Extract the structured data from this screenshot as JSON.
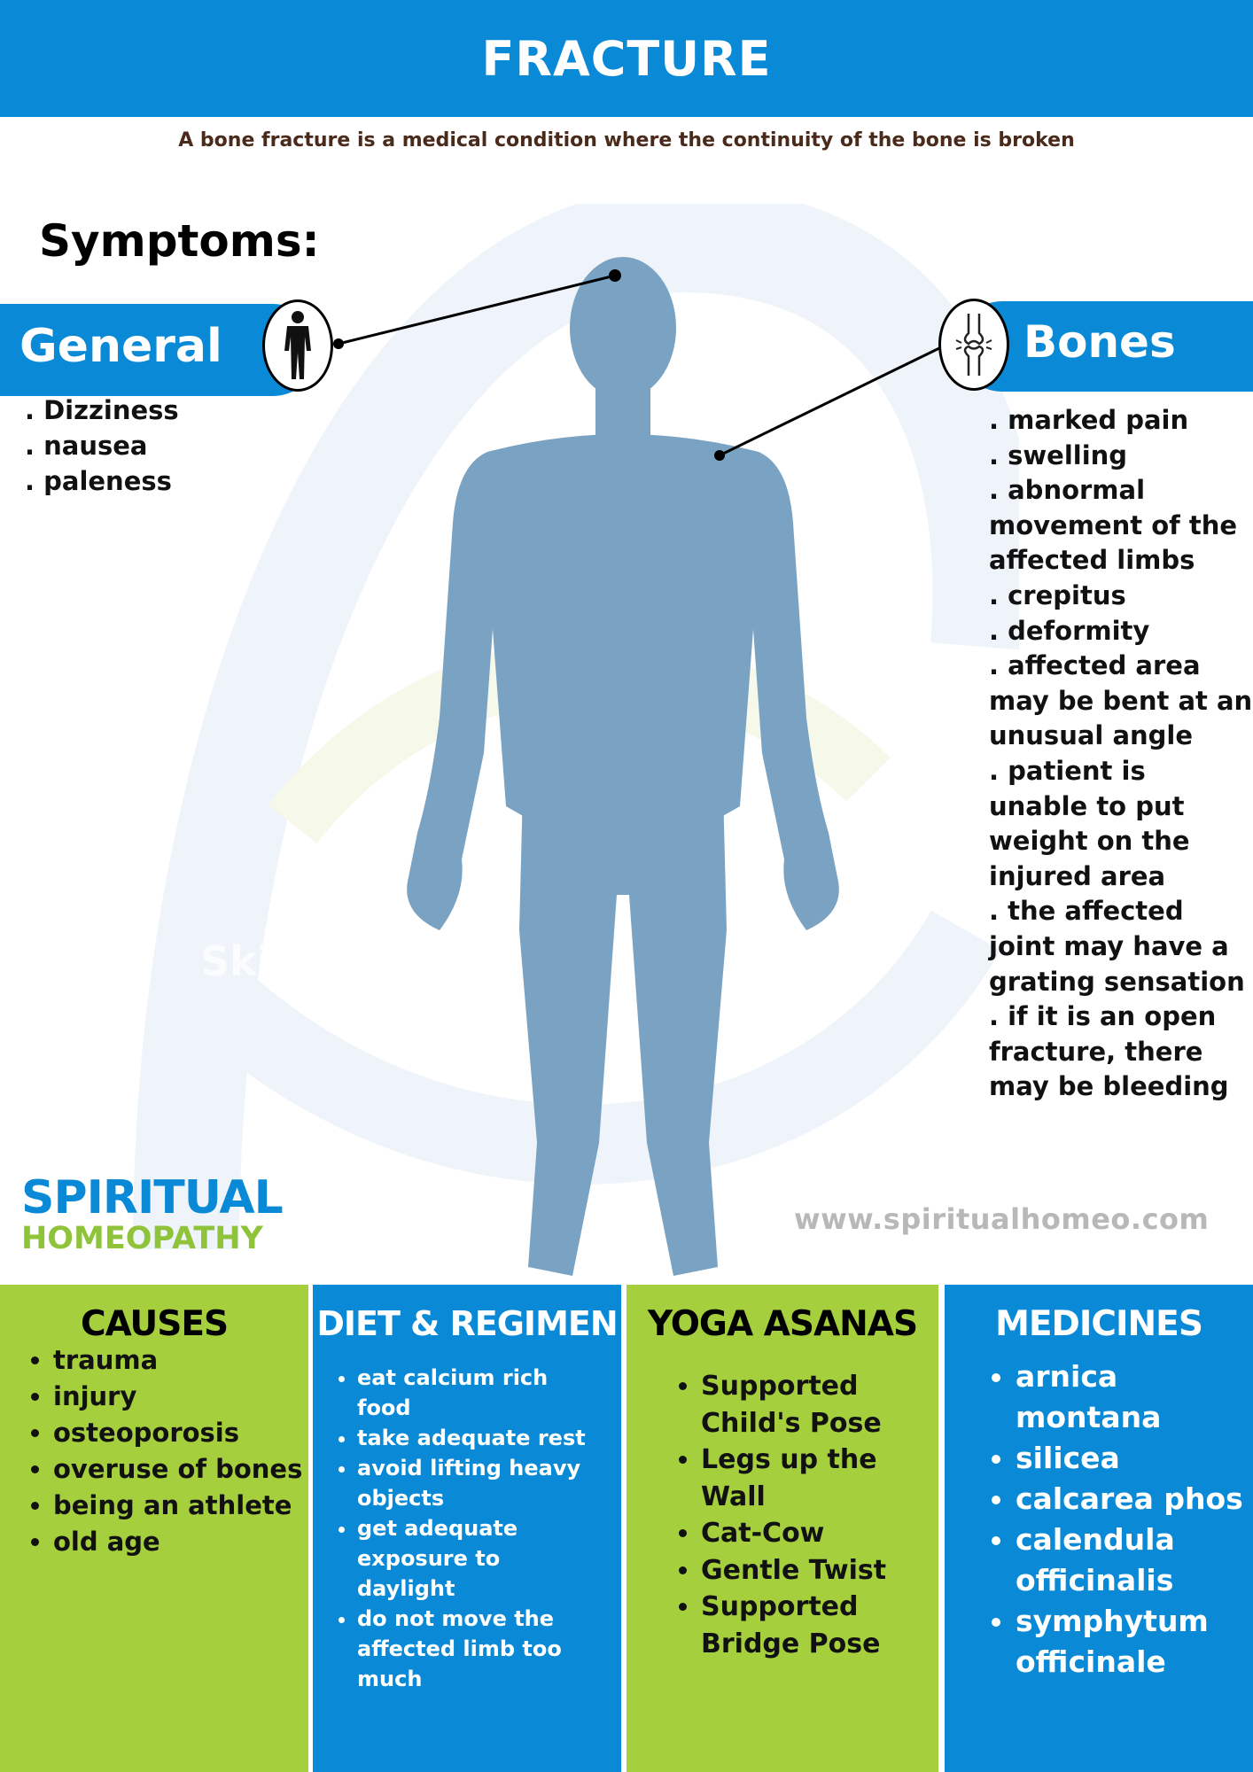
{
  "header": {
    "title": "FRACTURE"
  },
  "subtitle": "A bone fracture is a medical condition where the continuity of the bone is broken",
  "symptoms": {
    "title": "Symptoms:",
    "general": {
      "label": "General",
      "icon": "human-figure-icon",
      "items": [
        ". Dizziness",
        ". nausea",
        ". paleness"
      ]
    },
    "bones": {
      "label": "Bones",
      "icon": "knee-joint-icon",
      "items": [
        ". marked pain",
        ". swelling",
        ". abnormal movement of the affected limbs",
        ". crepitus",
        ". deformity",
        ". affected area may be bent at an unusual angle",
        ". patient is unable to put weight on the injured area",
        ". the affected joint may have a grating sensation",
        ". if it is an open fracture, there may be bleeding"
      ]
    },
    "skin_label": "Skin"
  },
  "brand": {
    "line1": "SPIRITUAL",
    "line2": "HOMEOPATHY",
    "website": "www.spiritualhomeo.com",
    "colors": {
      "blue": "#0a8ad6",
      "green": "#a5cf3c"
    }
  },
  "columns": {
    "causes": {
      "title": "CAUSES",
      "items": [
        "trauma",
        "injury",
        "osteoporosis",
        "overuse of bones",
        "being an athlete",
        "old age"
      ]
    },
    "diet": {
      "title": "DIET & REGIMEN",
      "items": [
        "eat calcium rich food",
        "take adequate rest",
        "avoid lifting  heavy objects",
        "get adequate exposure to daylight",
        "do not move the affected limb too much"
      ]
    },
    "yoga": {
      "title": "YOGA ASANAS",
      "items": [
        "Supported Child's Pose",
        "Legs up the Wall",
        "Cat-Cow",
        "Gentle Twist",
        "Supported Bridge Pose"
      ]
    },
    "medicines": {
      "title": "MEDICINES",
      "items": [
        "arnica montana",
        "silicea",
        "calcarea phos",
        "calendula officinalis",
        "symphytum officinale"
      ]
    }
  }
}
